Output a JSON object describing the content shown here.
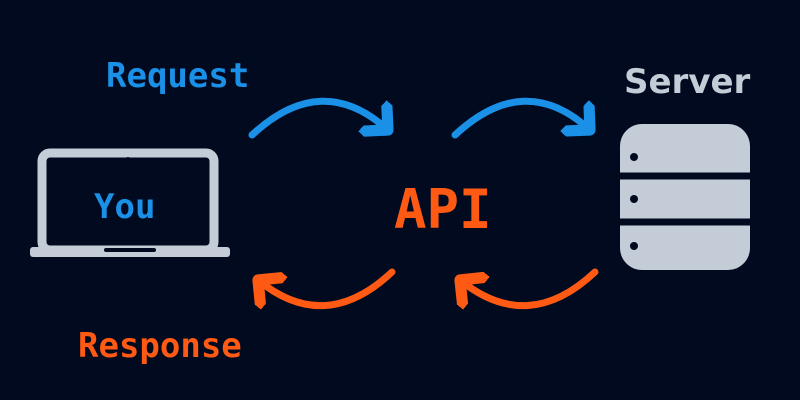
{
  "diagram": {
    "request_label": "Request",
    "response_label": "Response",
    "api_label": "API",
    "server_label": "Server",
    "client_label": "You"
  },
  "colors": {
    "background": "#020a20",
    "request": "#1a90e6",
    "response": "#ff5a14",
    "device": "#c4ccd8",
    "server_text": "#c4ccd8"
  },
  "icons": {
    "client": "laptop-icon",
    "server": "database-server-icon"
  }
}
